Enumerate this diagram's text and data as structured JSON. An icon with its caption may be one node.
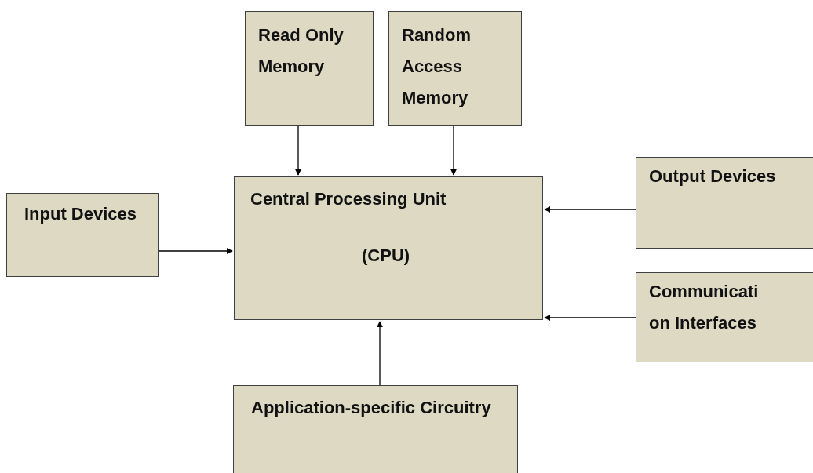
{
  "diagram": {
    "nodes": [
      {
        "text": [
          "Read Only Memory"
        ]
      },
      {
        "text": [
          "Random Access Memory"
        ]
      },
      {
        "text": [
          "Central Processing Unit",
          "(CPU)"
        ]
      },
      {
        "text": [
          "Input Devices"
        ]
      },
      {
        "text": [
          "Output Devices"
        ]
      },
      {
        "text": [
          "Communicati on Interfaces"
        ]
      },
      {
        "text": [
          "Application-specific Circuitry"
        ]
      }
    ],
    "edges": [
      {
        "from": 0,
        "to": 2,
        "arrow": "to"
      },
      {
        "from": 1,
        "to": 2,
        "arrow": "to"
      },
      {
        "from": 3,
        "to": 2,
        "arrow": "to"
      },
      {
        "from": 4,
        "to": 2,
        "arrow": "to"
      },
      {
        "from": 5,
        "to": 2,
        "arrow": "to"
      },
      {
        "from": 6,
        "to": 2,
        "arrow": "to"
      }
    ]
  }
}
